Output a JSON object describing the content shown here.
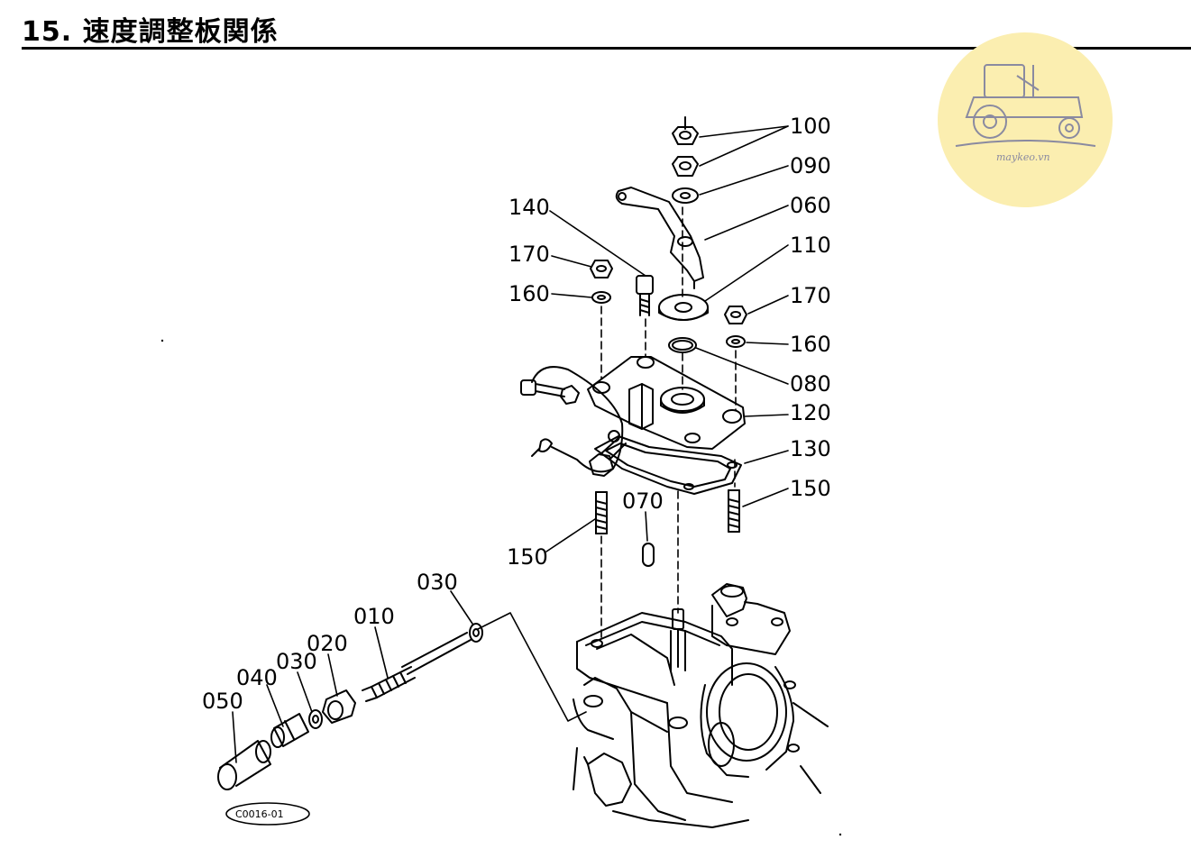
{
  "page": {
    "title": "15. 速度調整板関係",
    "figure_code": "C0016-01",
    "watermark_text": "maykeo.vn"
  },
  "labels": {
    "l100": "100",
    "l090": "090",
    "l060": "060",
    "l110": "110",
    "l140": "140",
    "l170a": "170",
    "l160a": "160",
    "l170b": "170",
    "l160b": "160",
    "l080": "080",
    "l120": "120",
    "l130": "130",
    "l150a": "150",
    "l150b": "150",
    "l070": "070",
    "l030a": "030",
    "l010": "010",
    "l020": "020",
    "l030b": "030",
    "l040": "040",
    "l050": "050"
  },
  "colors": {
    "ink": "#000000",
    "watermark_bg": "#fbeeb0",
    "watermark_ink": "#8a8aa0"
  }
}
